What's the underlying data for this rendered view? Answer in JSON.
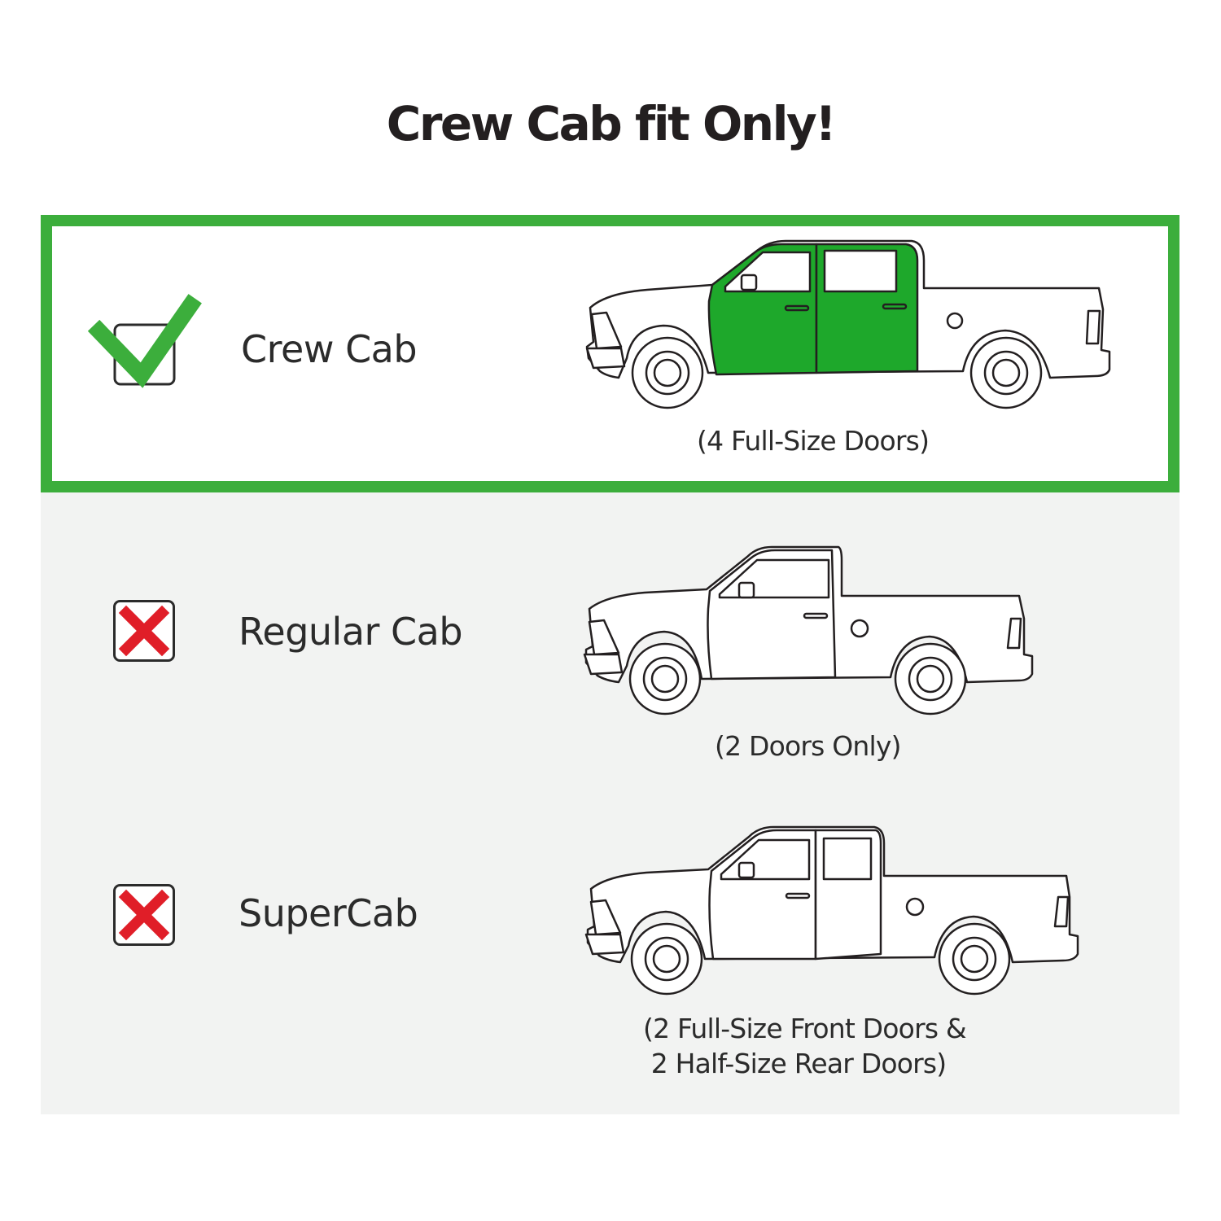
{
  "title": "Crew Cab fit Only!",
  "colors": {
    "fit_green": "#3cae3c",
    "truck_fill_green": "#1ea82b",
    "reject_red": "#e01e28",
    "panel_gray": "#f2f3f2"
  },
  "rows": [
    {
      "label": "Crew Cab",
      "status_icon": "checkbox-checked-icon",
      "fits": true,
      "caption": "(4 Full-Size Doors)"
    },
    {
      "label": "Regular Cab",
      "status_icon": "red-x-icon",
      "fits": false,
      "caption": "(2 Doors Only)"
    },
    {
      "label": "SuperCab",
      "status_icon": "red-x-icon",
      "fits": false,
      "caption_line1": "(2 Full-Size Front Doors &",
      "caption_line2": " 2 Half-Size Rear Doors)"
    }
  ]
}
